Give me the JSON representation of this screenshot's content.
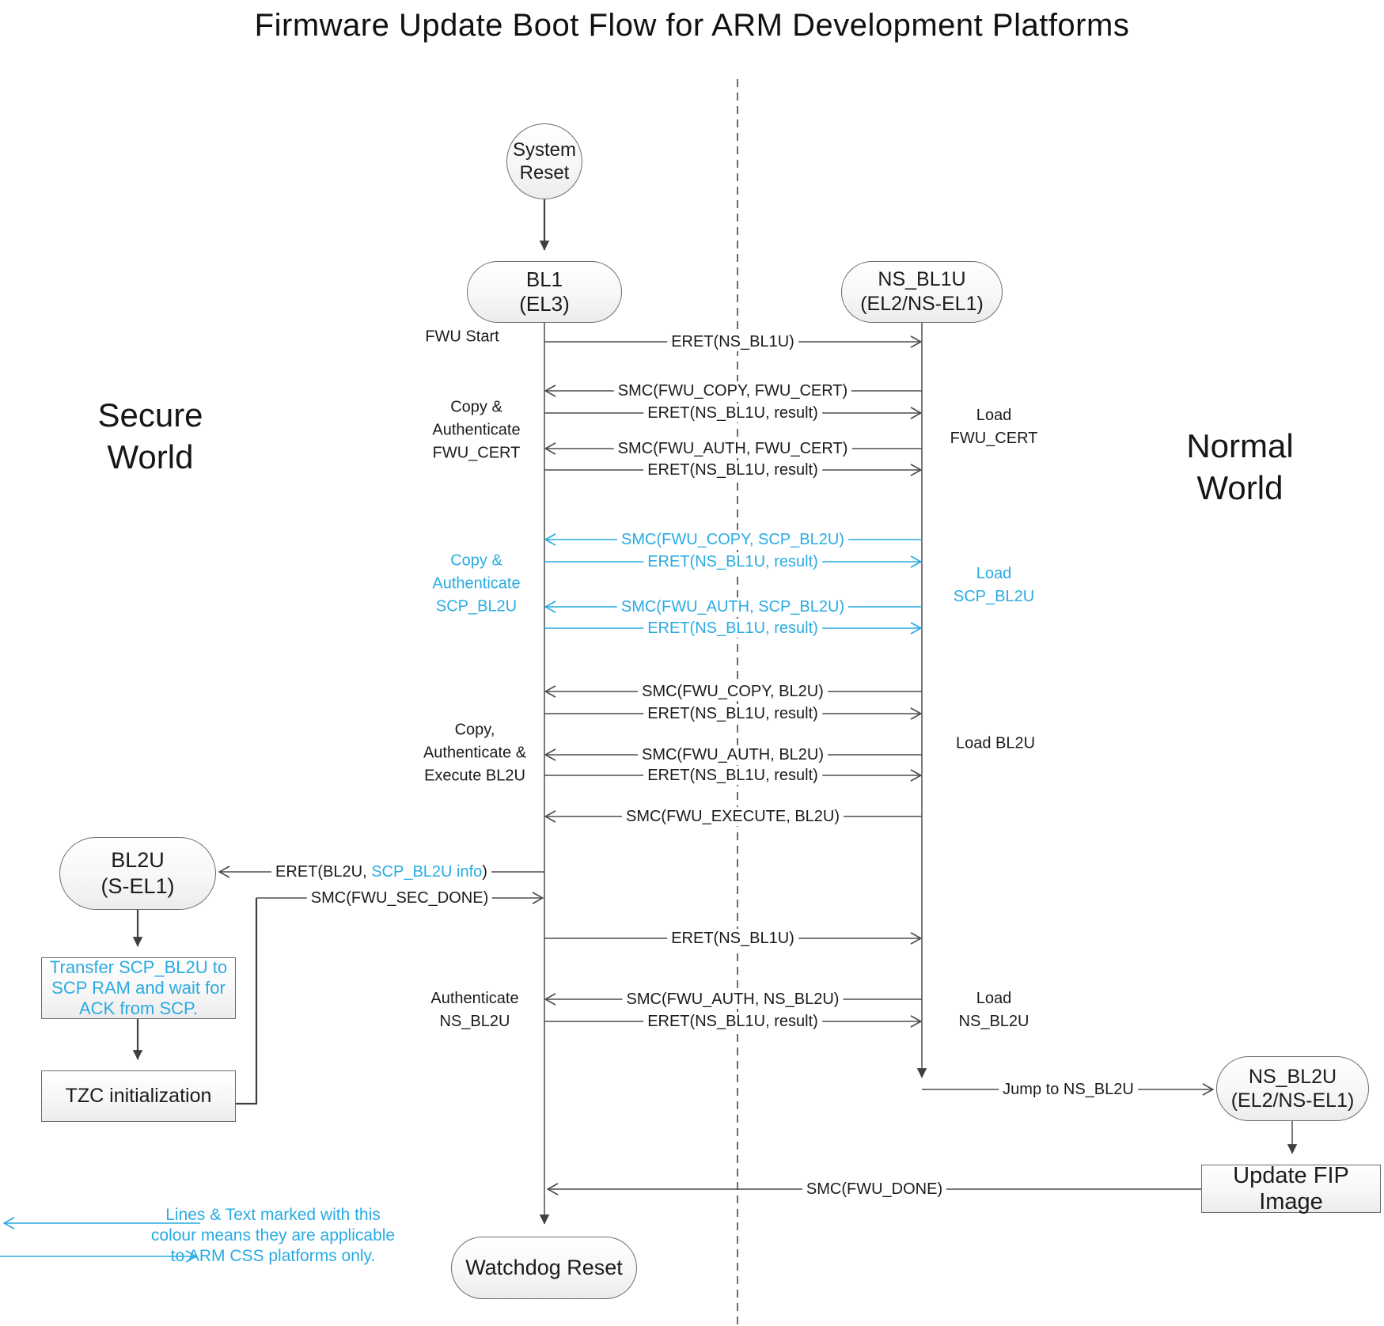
{
  "title": "Firmware Update Boot Flow for ARM Development Platforms",
  "world_labels": {
    "secure": "Secure\nWorld",
    "normal": "Normal\nWorld"
  },
  "nodes": {
    "system_reset": {
      "label": "System\nReset"
    },
    "bl1": {
      "label": "BL1\n(EL3)"
    },
    "ns_bl1u": {
      "label": "NS_BL1U\n(EL2/NS-EL1)"
    },
    "bl2u": {
      "label": "BL2U\n(S-EL1)"
    },
    "transfer_scp": {
      "label": "Transfer SCP_BL2U to\nSCP RAM and wait for\nACK from SCP."
    },
    "tzc": {
      "label": "TZC initialization"
    },
    "ns_bl2u": {
      "label": "NS_BL2U\n(EL2/NS-EL1)"
    },
    "update_fip": {
      "label": "Update FIP Image"
    },
    "watchdog": {
      "label": "Watchdog Reset"
    }
  },
  "messages": [
    {
      "label": "ERET(NS_BL1U)",
      "direction": "right",
      "accent": false
    },
    {
      "label": "SMC(FWU_COPY, FWU_CERT)",
      "direction": "left",
      "accent": false
    },
    {
      "label": "ERET(NS_BL1U, result)",
      "direction": "right",
      "accent": false
    },
    {
      "label": "SMC(FWU_AUTH, FWU_CERT)",
      "direction": "left",
      "accent": false
    },
    {
      "label": "ERET(NS_BL1U, result)",
      "direction": "right",
      "accent": false
    },
    {
      "label": "SMC(FWU_COPY, SCP_BL2U)",
      "direction": "left",
      "accent": true
    },
    {
      "label": "ERET(NS_BL1U, result)",
      "direction": "right",
      "accent": true
    },
    {
      "label": "SMC(FWU_AUTH, SCP_BL2U)",
      "direction": "left",
      "accent": true
    },
    {
      "label": "ERET(NS_BL1U, result)",
      "direction": "right",
      "accent": true
    },
    {
      "label": "SMC(FWU_COPY, BL2U)",
      "direction": "left",
      "accent": false
    },
    {
      "label": "ERET(NS_BL1U, result)",
      "direction": "right",
      "accent": false
    },
    {
      "label": "SMC(FWU_AUTH, BL2U)",
      "direction": "left",
      "accent": false
    },
    {
      "label": "ERET(NS_BL1U, result)",
      "direction": "right",
      "accent": false
    },
    {
      "label": "SMC(FWU_EXECUTE, BL2U)",
      "direction": "left",
      "accent": false
    },
    {
      "label": "SMC(FWU_SEC_DONE)",
      "direction": "right",
      "accent": false
    },
    {
      "label": "ERET(NS_BL1U)",
      "direction": "right",
      "accent": false
    },
    {
      "label": "SMC(FWU_AUTH, NS_BL2U)",
      "direction": "left",
      "accent": false
    },
    {
      "label": "ERET(NS_BL1U, result)",
      "direction": "right",
      "accent": false
    },
    {
      "label": "Jump to NS_BL2U",
      "direction": "right",
      "accent": false
    },
    {
      "label": "SMC(FWU_DONE)",
      "direction": "left",
      "accent": false
    }
  ],
  "mixed_eret": {
    "prefix": "ERET(BL2U, ",
    "highlight": "SCP_BL2U info",
    "suffix": ")"
  },
  "side_labels": {
    "fwu_start": "FWU Start",
    "copy_auth_fwu_cert": "Copy &\nAuthenticate\nFWU_CERT",
    "load_fwu_cert": "Load\nFWU_CERT",
    "copy_auth_scp_bl2u": "Copy &\nAuthenticate\nSCP_BL2U",
    "load_scp_bl2u": "Load\nSCP_BL2U",
    "copy_auth_exec_bl2u": "Copy,\nAuthenticate &\nExecute BL2U",
    "load_bl2u": "Load BL2U",
    "authenticate_ns_bl2u": "Authenticate\nNS_BL2U",
    "load_ns_bl2u": "Load\nNS_BL2U"
  },
  "legend": {
    "note": "Lines & Text marked with this\ncolour means they are applicable\nto ARM CSS platforms only."
  },
  "colors": {
    "accent_blue": "#29ABE2",
    "line_gray": "#4d4d4d"
  }
}
